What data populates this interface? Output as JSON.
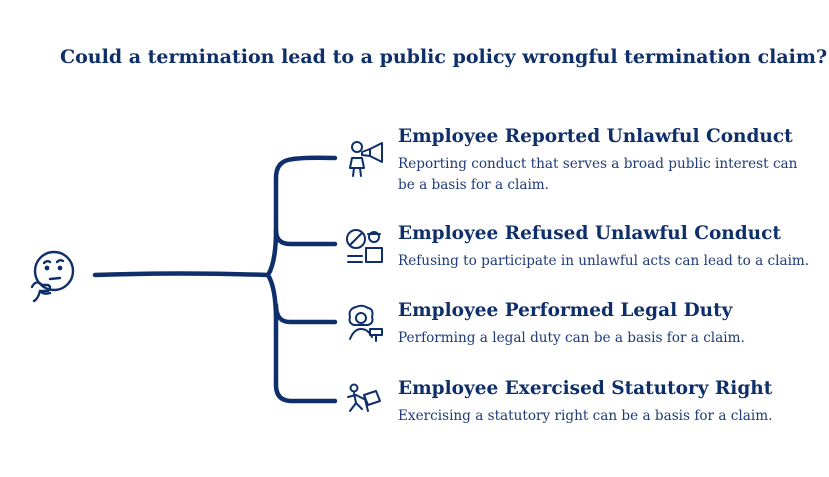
{
  "title": "Could a termination lead to a public policy wrongful termination claim?",
  "root_icon": "thinking-face-icon",
  "colors": {
    "primary": "#0f2f6a",
    "text": "#1e3a78",
    "background": "#ffffff"
  },
  "branches": [
    {
      "title": "Employee Reported Unlawful Conduct",
      "description": "Reporting conduct that serves a broad public interest can be a basis for a claim.",
      "icon": "megaphone-person-icon"
    },
    {
      "title": "Employee Refused Unlawful Conduct",
      "description": "Refusing to participate in unlawful acts can lead to a claim.",
      "icon": "refusal-person-icon"
    },
    {
      "title": "Employee Performed Legal Duty",
      "description": "Performing a legal duty can be a basis for a claim.",
      "icon": "judge-gavel-icon"
    },
    {
      "title": "Employee Exercised Statutory Right",
      "description": "Exercising a statutory right can be a basis for a claim.",
      "icon": "person-flag-icon"
    }
  ]
}
